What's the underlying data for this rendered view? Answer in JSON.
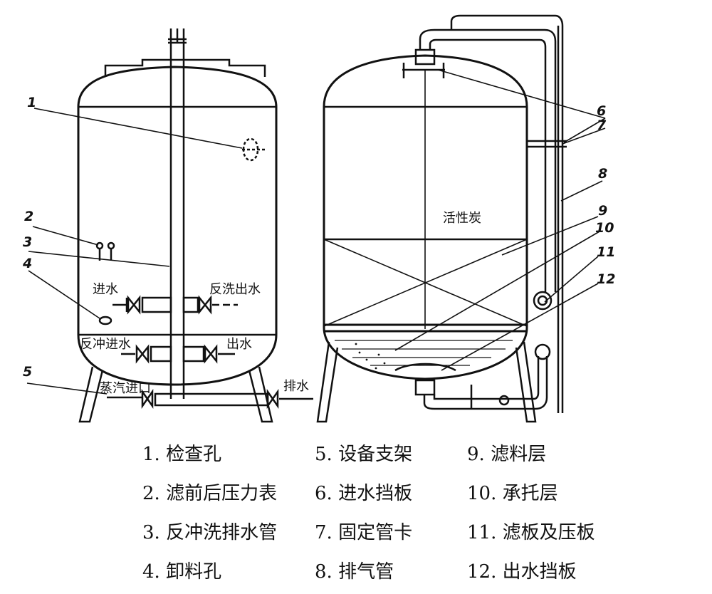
{
  "callouts": {
    "n1": "1",
    "n2": "2",
    "n3": "3",
    "n4": "4",
    "n5": "5",
    "n6": "6",
    "n7": "7",
    "n8": "8",
    "n9": "9",
    "n10": "10",
    "n11": "11",
    "n12": "12"
  },
  "labels": {
    "inlet": "进水",
    "backwash_out": "反洗出水",
    "backflush_in": "反冲进水",
    "outlet": "出水",
    "steam_inlet": "蒸汽进口",
    "drain": "排水",
    "activated_carbon": "活性炭"
  },
  "legend": {
    "col1": [
      "1. 检查孔",
      "2. 滤前后压力表",
      "3. 反冲洗排水管",
      "4. 卸料孔"
    ],
    "col2": [
      "5. 设备支架",
      "6. 进水挡板",
      "7. 固定管卡",
      "8. 排气管"
    ],
    "col3": [
      "9. 滤料层",
      "10. 承托层",
      "11. 滤板及压板",
      "12. 出水挡板"
    ]
  }
}
